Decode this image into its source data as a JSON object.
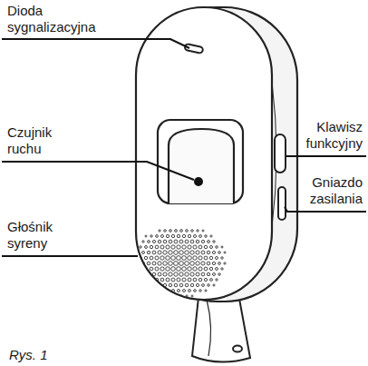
{
  "diagram": {
    "labels": [
      "Dioda sygnalizacyjna",
      "Czujnik ruchu",
      "Głośnik syreny",
      "Klawisz funkcyjny",
      "Gniazdo zasilania",
      "Rys. 1"
    ]
  }
}
